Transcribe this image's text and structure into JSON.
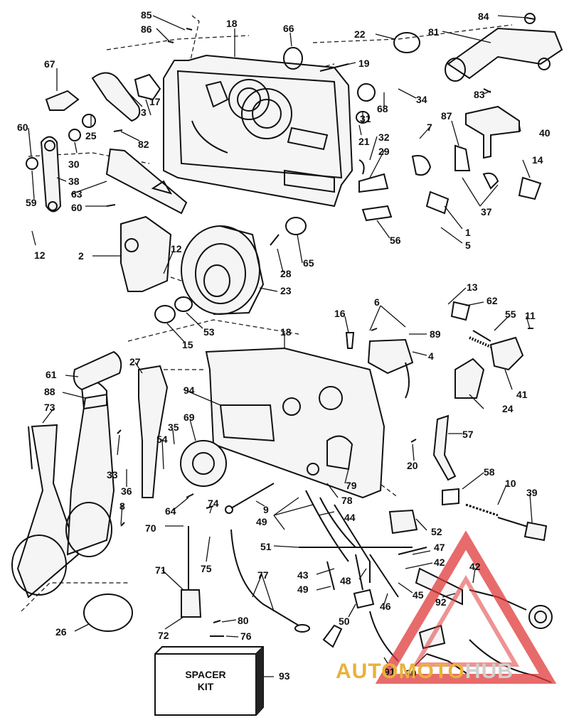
{
  "diagram": {
    "part_numbers": [
      "85",
      "86",
      "18",
      "66",
      "22",
      "84",
      "81",
      "67",
      "19",
      "3",
      "17",
      "34",
      "68",
      "83",
      "60",
      "25",
      "82",
      "31",
      "21",
      "7",
      "87",
      "40",
      "30",
      "32",
      "29",
      "14",
      "38",
      "63",
      "59",
      "60",
      "12",
      "37",
      "1",
      "5",
      "56",
      "2",
      "12",
      "28",
      "65",
      "23",
      "15",
      "53",
      "13",
      "62",
      "16",
      "6",
      "55",
      "11",
      "89",
      "18",
      "4",
      "61",
      "27",
      "41",
      "88",
      "94",
      "24",
      "73",
      "35",
      "69",
      "57",
      "54",
      "20",
      "33",
      "36",
      "79",
      "58",
      "10",
      "39",
      "8",
      "64",
      "74",
      "9",
      "78",
      "44",
      "70",
      "49",
      "52",
      "75",
      "47",
      "51",
      "42",
      "71",
      "42",
      "43",
      "48",
      "49",
      "45",
      "77",
      "92",
      "46",
      "50",
      "80",
      "26",
      "72",
      "76",
      "91",
      "90",
      "93"
    ],
    "spacer_kit_text": [
      "SPACER",
      "KIT"
    ],
    "watermark": {
      "part1": "AUTOMOTO",
      "part2": "HUB"
    }
  },
  "colors": {
    "ink": "#111111",
    "watermark_red": "#e03a3a",
    "watermark_gold": "#e8b23c",
    "watermark_grey": "#cfcfcf"
  }
}
